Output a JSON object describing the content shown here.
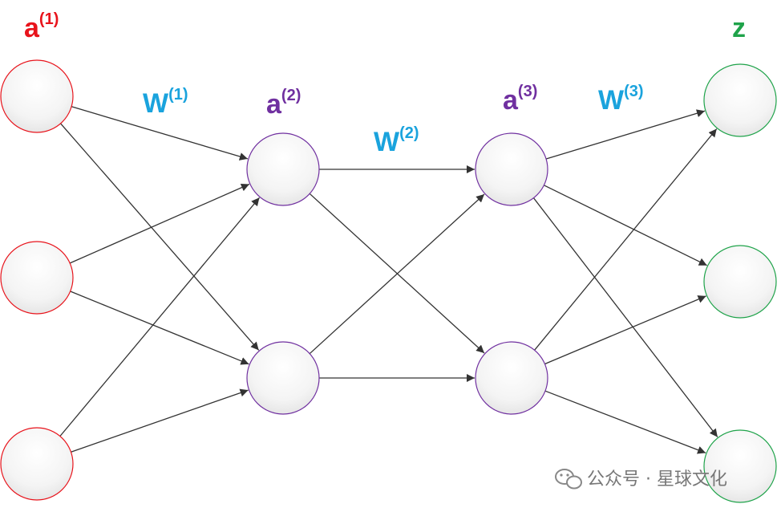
{
  "diagram": {
    "layers": [
      {
        "label": "a",
        "superscript": "(1)",
        "color": "#e8141c",
        "nodes": 3
      },
      {
        "label": "a",
        "superscript": "(2)",
        "color": "#7030a0",
        "nodes": 2
      },
      {
        "label": "a",
        "superscript": "(3)",
        "color": "#7030a0",
        "nodes": 2
      },
      {
        "label": "z",
        "superscript": "",
        "color": "#1fa34a",
        "nodes": 3
      }
    ],
    "weights": [
      {
        "label": "W",
        "superscript": "(1)"
      },
      {
        "label": "W",
        "superscript": "(2)"
      },
      {
        "label": "W",
        "superscript": "(3)"
      }
    ],
    "weight_color": "#1aa3dd",
    "edge_color": "#333333"
  },
  "watermark": {
    "icon": "wechat-icon",
    "text": "公众号 · 星球文化"
  }
}
